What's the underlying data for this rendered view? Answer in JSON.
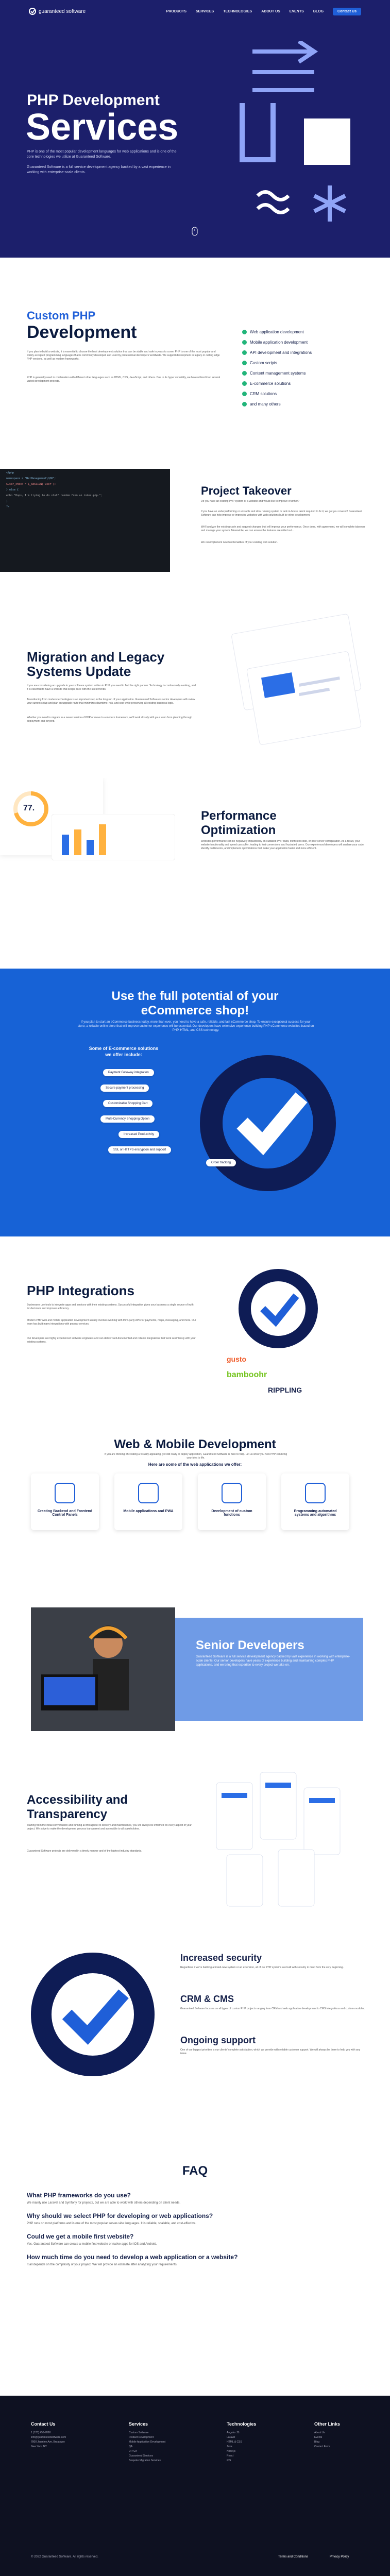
{
  "nav": {
    "logo": "guaranteed software",
    "items": [
      "PRODUCTS",
      "SERVICES",
      "TECHNOLOGIES",
      "ABOUT US",
      "EVENTS",
      "BLOG"
    ],
    "cta": "Contact Us"
  },
  "hero": {
    "title1": "PHP Development",
    "title2": "Services",
    "desc1": "PHP is one of the most popular development languages for web applications and is one of the core technologies we utilize at Guaranteed Software.",
    "desc2": "Guaranteed Software is a full service development agency backed by a vast experience in working with enterprise-scale clients."
  },
  "custom": {
    "title1": "Custom PHP",
    "title2": "Development",
    "p1": "If you plan to build a website, it is essential to choose the best development solution that can be stable and safe in years to come. PHP is one of the most popular and widely accepted programming languages that is commonly developed and used by professional developers worldwide. We support development in legacy or cutting edge PHP versions, as well as modern frameworks.",
    "p2": "PHP is generally used in combination with different other languages such as HTML, CSS, JavaScript, and others. Due to its hyper versatility, we have utilized it on several varied development projects.",
    "checks": [
      "Web application development",
      "Mobile application development",
      "API development and integrations",
      "Custom scripts",
      "Content management systems",
      "E-commerce solutions",
      "CRM solutions",
      "and many others"
    ]
  },
  "take": {
    "title": "Project Takeover",
    "p1": "Do you have an existing PHP system or a website and would like to improve it further?",
    "p2": "If you have an underperforming or unstable and slow running system or lack in-house talent required to fix it, we got you covered! Guaranteed Software can help improve or improving websites with web solutions built by other development.",
    "p3": "We'll analyze the existing code and suggest changes that will improve your performance. Once done, with agreement, we will complete takeover and manage your system. Meanwhile, we can ensure the features are rolled out...",
    "p4": "We can implement new functionalities of your existing web solution.",
    "code": [
      "<?php",
      "namespace = \"NetManagement\\\\HR\";",
      "$user_check = $_SESSION['user'];",
      "} else {",
      "echo \"Oops, I'm trying to do stuff random from an index.php.\";",
      "}",
      "?>"
    ]
  },
  "mig": {
    "title1": "Migration and Legacy",
    "title2": "Systems Update",
    "p1": "If you are considering an upgrade to your software system written in PHP you need to find the right partner. Technology is continuously evolving, and it is essential to have a website that keeps pace with the latest trends.",
    "p2": "Transitioning from modern technologies is an important step in the long run of your application. Guaranteed Software's senior developers will review your current setup and plan an upgrade route that minimizes downtime, risk, and cost while preserving all existing business logic.",
    "p3": "Whether you need to migrate to a newer version of PHP or move to a modern framework, we'll work closely with your team from planning through deployment and beyond.",
    "card_value": "77."
  },
  "perf": {
    "title1": "Performance",
    "title2": "Optimization",
    "p1": "Websites performance can be negatively impacted by an outdated PHP build, inefficient code, or poor server configuration. As a result, your website functionality and speed can suffer, leading to lost conversions and frustrated users. Our experienced developers will analyze your code, identify bottlenecks, and implement optimizations that make your application faster and more efficient."
  },
  "ecom": {
    "title1": "Use the full potential of your",
    "title2": "eCommerce shop!",
    "p1": "If you plan to start an eCommerce business today, more than ever, you need to have a safe, reliable, and fast eCommerce shop. To ensure exceptional success for your store, a reliable online store that will improve customer experience will be essential. Our developers have extensive experience building PHP eCommerce websites based on PHP, HTML, and CSS technology.",
    "sub1": "Some of E-commerce solutions",
    "sub2": "we offer include:",
    "pills": [
      "Payment Gateway integration",
      "Secure payment processing",
      "Customizable Shopping Cart",
      "Multi-Currency Shopping Option",
      "Increased Productivity",
      "SSL or HTTPS encryption and support",
      "Order tracking"
    ]
  },
  "integ": {
    "title": "PHP Integrations",
    "p1": "Businesses use tools to integrate apps and services with their existing systems. Successful integration gives your business a single source of truth for decisions and improves efficiency.",
    "p2": "Modern PHP web and mobile application development usually involves working with third-party APIs for payments, maps, messaging, and more. Our team has built many integrations with popular services.",
    "p3": "Our developers are highly experienced software engineers and can deliver well-documented and reliable integrations that work seamlessly with your existing systems.",
    "logos": [
      "gusto",
      "bamboohr",
      "RIPPLING"
    ]
  },
  "web": {
    "title": "Web & Mobile Development",
    "p1": "If you are thinking of creating a visually appealing, yet still ready to deploy application, Guaranteed Software is here to help. Let us show you how PHP can bring your idea to life.",
    "p2": "Here are some of the web applications we offer:",
    "cards": [
      "Creating Backend and Frontend Control Panels",
      "Mobile applications and PWA",
      "Development of custom functions",
      "Programming automated systems and algorithms"
    ]
  },
  "senior": {
    "title": "Senior Developers",
    "p1": "Guaranteed Software is a full service development agency backed by vast experience in working with enterprise-scale clients. Our senior developers have years of experience building and maintaining complex PHP applications, and we bring that expertise to every project we take on."
  },
  "acc": {
    "title1": "Accessibility and",
    "title2": "Transparency",
    "p1": "Starting from the initial conversation and running all throughout to delivery and maintenance, you will always be informed on every aspect of your project. We strive to make the development process transparent and accessible to all stakeholders.",
    "p2": "Guaranteed Software projects are delivered in a timely manner and of the highest industry standards."
  },
  "secu": {
    "items": [
      {
        "title": "Increased security",
        "text": "Regardless if we're building a brand-new system or an extension, all of our PHP systems are built with security in mind from the very beginning."
      },
      {
        "title": "CRM & CMS",
        "text": "Guaranteed Software focuses on all types of custom PHP projects ranging from CRM and web application development to CMS integrations and custom modules."
      },
      {
        "title": "Ongoing support",
        "text": "One of our biggest priorities is our clients' complete satisfaction, which we provide with reliable customer support. We will always be there to help you with any issue."
      }
    ]
  },
  "faq": {
    "title": "FAQ",
    "items": [
      {
        "q": "What PHP frameworks do you use?",
        "a": "We mainly use Laravel and Symfony for projects, but we are able to work with others depending on client needs."
      },
      {
        "q": "Why should we select PHP for developing or web applications?",
        "a": "PHP runs on most platforms and is one of the most popular server-side languages. It is reliable, scalable, and cost-effective."
      },
      {
        "q": "Could we get a mobile first website?",
        "a": "Yes, Guaranteed Software can create a mobile first website or native apps for iOS and Android."
      },
      {
        "q": "How much time do you need to develop a web application or a website?",
        "a": "It all depends on the complexity of your project. We will provide an estimate after analyzing your requirements."
      }
    ]
  },
  "footer": {
    "cols": [
      {
        "title": "Contact Us",
        "items": [
          "1 (123) 456-7890",
          "info@guaranteedsoftware.com",
          "7800 Jasmine Ave, Broadway",
          "New York, NY"
        ]
      },
      {
        "title": "Services",
        "items": [
          "Custom Software",
          "Product Development",
          "Mobile Application Development",
          "QA",
          "UI / UX",
          "Guaranteed Services",
          "Bespoke Migration Services"
        ]
      },
      {
        "title": "Technologies",
        "items": [
          "Angular JS",
          "Laravel",
          "HTML & CSS",
          "Java",
          "Node.js",
          "React",
          "iOS"
        ]
      },
      {
        "title": "Other Links",
        "items": [
          "About Us",
          "Events",
          "Blog",
          "Contact Form"
        ]
      }
    ],
    "copy": "© 2022 Guaranteed Software. All rights reserved.",
    "links": [
      "Terms and Conditions",
      "Privacy Policy"
    ]
  }
}
